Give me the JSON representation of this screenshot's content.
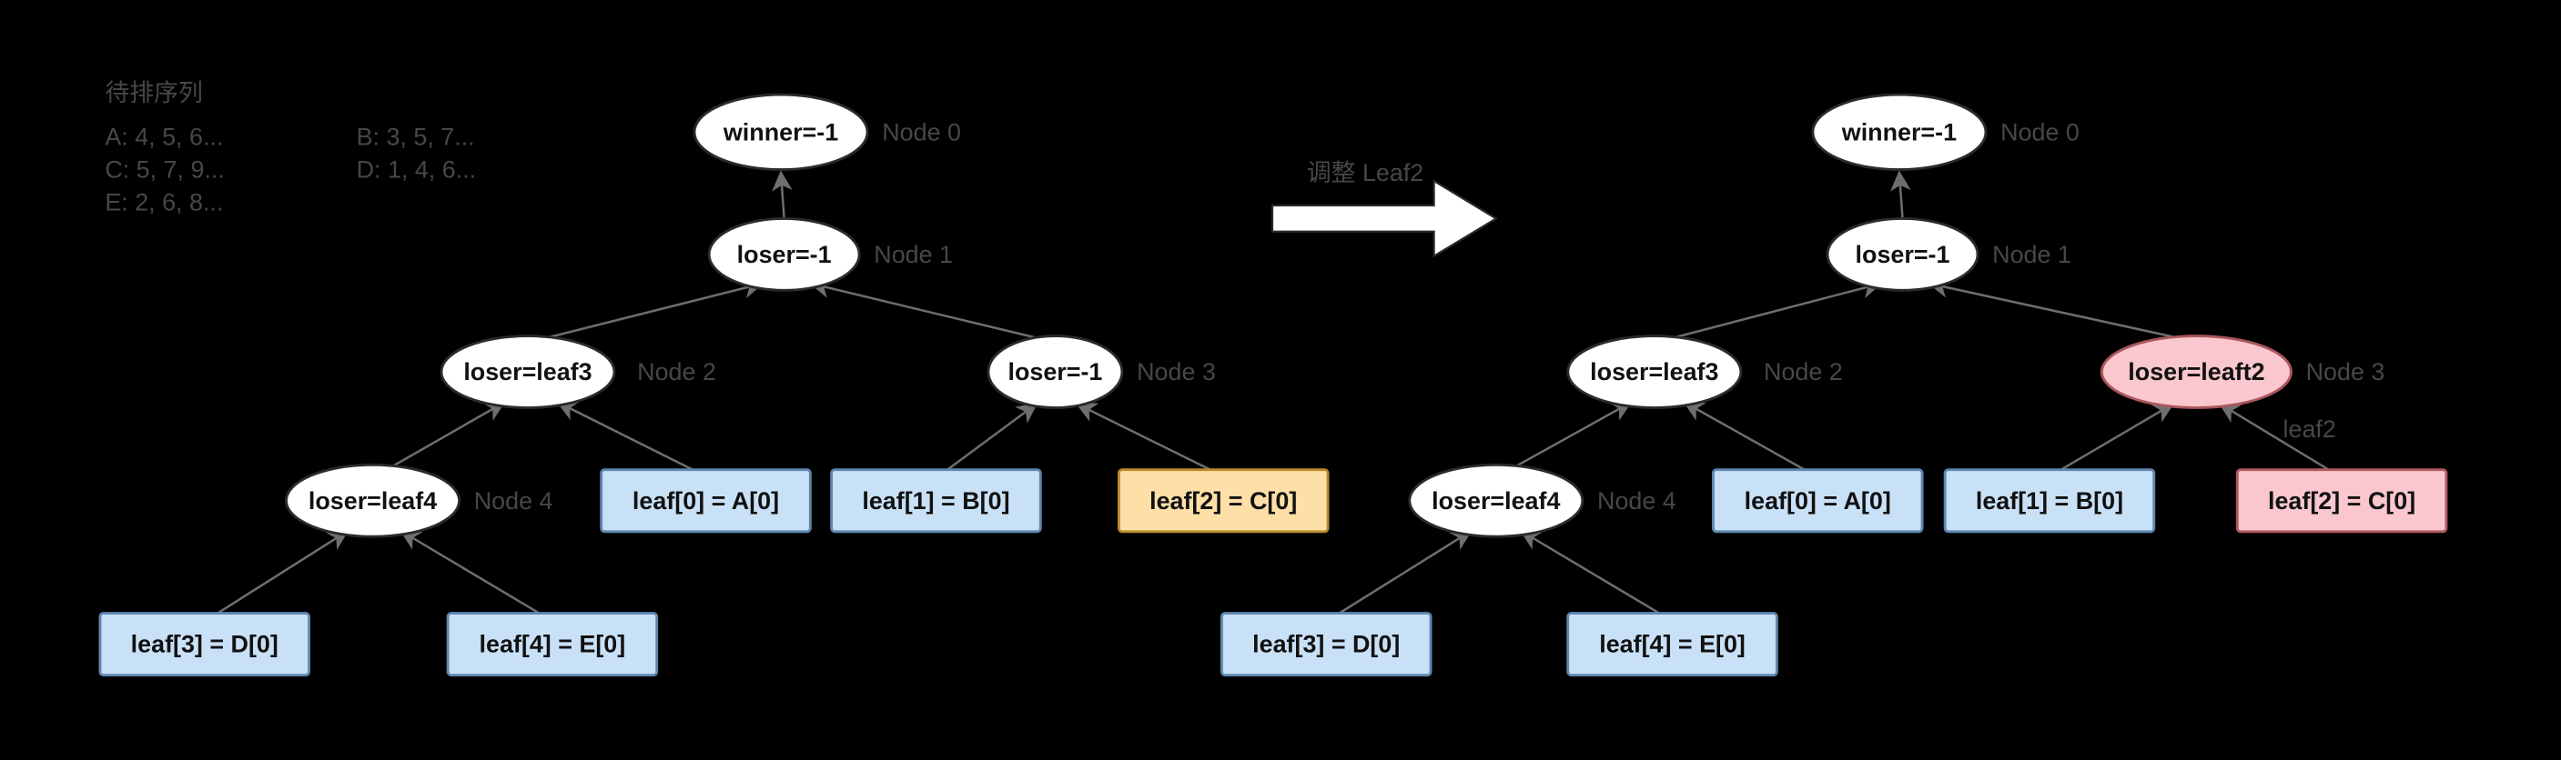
{
  "legend": {
    "title": "待排序列",
    "col1": [
      "A: 4, 5, 6...",
      "C: 5, 7, 9...",
      "E: 2, 6, 8..."
    ],
    "col2": [
      "B: 3, 5, 7...",
      "D: 1, 4, 6..."
    ]
  },
  "transition": {
    "label": "调整 Leaf2"
  },
  "left": {
    "node0": "winner=-1",
    "node0_tag": "Node 0",
    "node1": "loser=-1",
    "node1_tag": "Node 1",
    "node2": "loser=leaf3",
    "node2_tag": "Node 2",
    "node3": "loser=-1",
    "node3_tag": "Node 3",
    "node4": "loser=leaf4",
    "node4_tag": "Node 4",
    "leaf0": "leaf[0] = A[0]",
    "leaf1": "leaf[1] = B[0]",
    "leaf2": "leaf[2] = C[0]",
    "leaf3": "leaf[3] = D[0]",
    "leaf4": "leaf[4] = E[0]"
  },
  "right": {
    "node0": "winner=-1",
    "node0_tag": "Node 0",
    "node1": "loser=-1",
    "node1_tag": "Node 1",
    "node2": "loser=leaf3",
    "node2_tag": "Node 2",
    "node3": "loser=leaft2",
    "node3_tag": "Node 3",
    "node4": "loser=leaf4",
    "node4_tag": "Node 4",
    "leaf0": "leaf[0] = A[0]",
    "leaf1": "leaf[1] = B[0]",
    "leaf2": "leaf[2] = C[0]",
    "leaf3": "leaf[3] = D[0]",
    "leaf4": "leaf[4] = E[0]",
    "edge_label": "leaf2"
  },
  "colors": {
    "background": "#000000",
    "node_fill": "#ffffff",
    "leaf_fill": "#c9e1f6",
    "highlight_orange_fill": "#ffdfa8",
    "highlight_pink_fill": "#f9c7cd",
    "edge": "#6e6e6e",
    "tag_text": "#474747"
  }
}
